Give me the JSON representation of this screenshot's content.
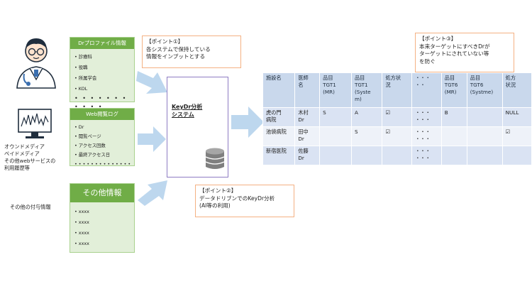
{
  "left": {
    "media_label": [
      "オウンドメディア",
      "ペイドメディア",
      "その他webサービスの",
      "利用履歴等"
    ],
    "other_label": "その他の付与情報"
  },
  "boxes": {
    "profile": {
      "title": "Drプロファイル情報",
      "items": [
        "診療科",
        "役職",
        "所属学会",
        "KOL"
      ],
      "dots": "• • • • • • • • • • •"
    },
    "weblog": {
      "title": "Web閲覧ログ",
      "items": [
        "Dr",
        "閲覧ページ",
        "アクセス回数",
        "最終アクセス日"
      ],
      "tail": "• • • • • • • • • • • • •"
    },
    "other": {
      "title": "その他情報",
      "items": [
        "xxxx",
        "xxxx",
        "xxxx",
        "xxxx"
      ]
    }
  },
  "points": {
    "p1": [
      "【ポイント①】",
      "各システムで保持している",
      "情報をインプットとする"
    ],
    "p2": [
      "【ポイント②】",
      "データドリブンでのKeyDr分析",
      "(AI等の利用)"
    ],
    "p3": [
      "【ポイント③】",
      "本来ターゲットにすべきDrが",
      "ターゲットにされていない等",
      "を防ぐ"
    ]
  },
  "system": {
    "name_line1": "KeyDr分析",
    "name_line2": "システム"
  },
  "table": {
    "headers": [
      [
        "施設名"
      ],
      [
        "医師",
        "名"
      ],
      [
        "品目",
        "TGT1",
        "(MR)"
      ],
      [
        "品目",
        "TGT1",
        "(Syste",
        "m)"
      ],
      [
        "処方状",
        "況"
      ],
      [
        "・・・",
        "・・"
      ],
      [
        "品目",
        "TGT6",
        "(MR)"
      ],
      [
        "品目",
        "TGT6",
        "(Systme)"
      ],
      [
        "処方",
        "状況"
      ]
    ],
    "rows": [
      [
        [
          "虎の門",
          "病院"
        ],
        [
          "木村",
          "Dr"
        ],
        [
          "S"
        ],
        [
          "A"
        ],
        [
          "☑"
        ],
        [
          "・・・",
          "・・・"
        ],
        [
          "B"
        ],
        [
          ""
        ],
        [
          "NULL"
        ]
      ],
      [
        [
          "池袋病院"
        ],
        [
          "田中",
          "Dr"
        ],
        [
          ""
        ],
        [
          "S"
        ],
        [
          "☑"
        ],
        [
          "・・・",
          "・・・"
        ],
        [
          ""
        ],
        [
          ""
        ],
        [
          "☑"
        ]
      ],
      [
        [
          "新宿医院"
        ],
        [
          "佐藤",
          "Dr"
        ],
        [
          ""
        ],
        [
          ""
        ],
        [
          ""
        ],
        [
          "・・・",
          "・・・"
        ],
        [
          ""
        ],
        [
          ""
        ],
        [
          ""
        ]
      ]
    ]
  },
  "colors": {
    "green_header": "#70ad47",
    "green_fill": "#e2efd9",
    "arrow": "#bdd7ee",
    "callout_border": "#f4b183",
    "table_header": "#c9d8ec",
    "table_row": "#dae3f3"
  },
  "icons": [
    "doctor-icon",
    "chart-monitor-icon",
    "database-icon",
    "arrow-right-icon"
  ]
}
